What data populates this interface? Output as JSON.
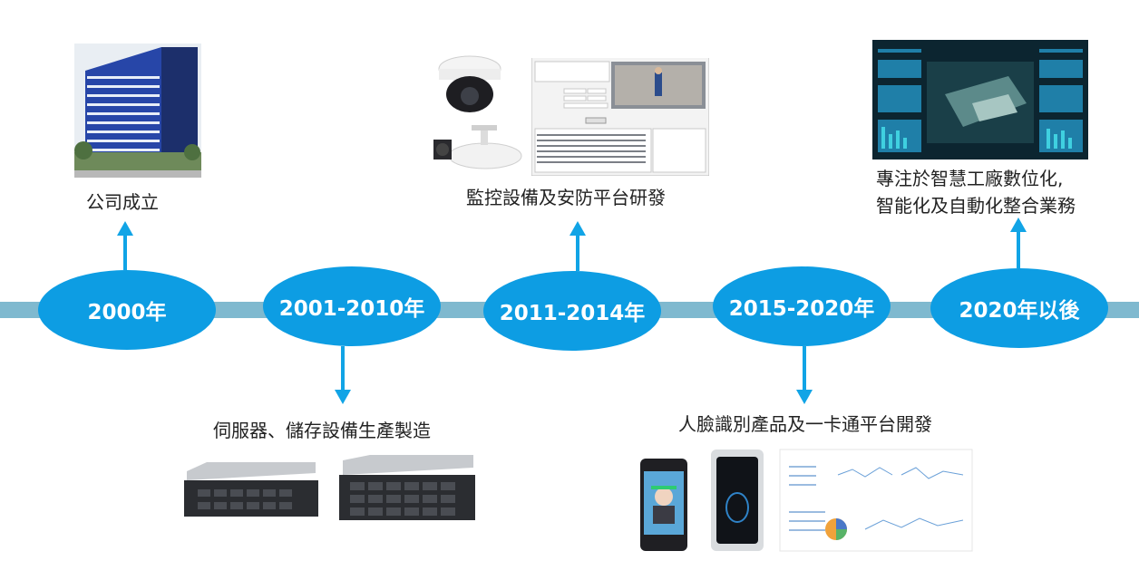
{
  "milestones": [
    {
      "year": "2000年",
      "caption": "公司成立"
    },
    {
      "year": "2001-2010年",
      "caption": "伺服器、儲存設備生產製造"
    },
    {
      "year": "2011-2014年",
      "caption": "監控設備及安防平台研發"
    },
    {
      "year": "2015-2020年",
      "caption": "人臉識別產品及一卡通平台開發"
    },
    {
      "year": "2020年以後",
      "caption_line1": "專注於智慧工廠數位化,",
      "caption_line2": "智能化及自動化整合業務"
    }
  ],
  "colors": {
    "timeline": "#7fb9cf",
    "milestone": "#0d9de3",
    "arrow": "#11a4e6"
  },
  "images": [
    {
      "name": "office-building-photo"
    },
    {
      "name": "rack-server-photo"
    },
    {
      "name": "cctv-camera-photo"
    },
    {
      "name": "monitoring-software-screenshot"
    },
    {
      "name": "face-recognition-terminal-photo"
    },
    {
      "name": "smart-factory-dashboard-photo"
    }
  ]
}
